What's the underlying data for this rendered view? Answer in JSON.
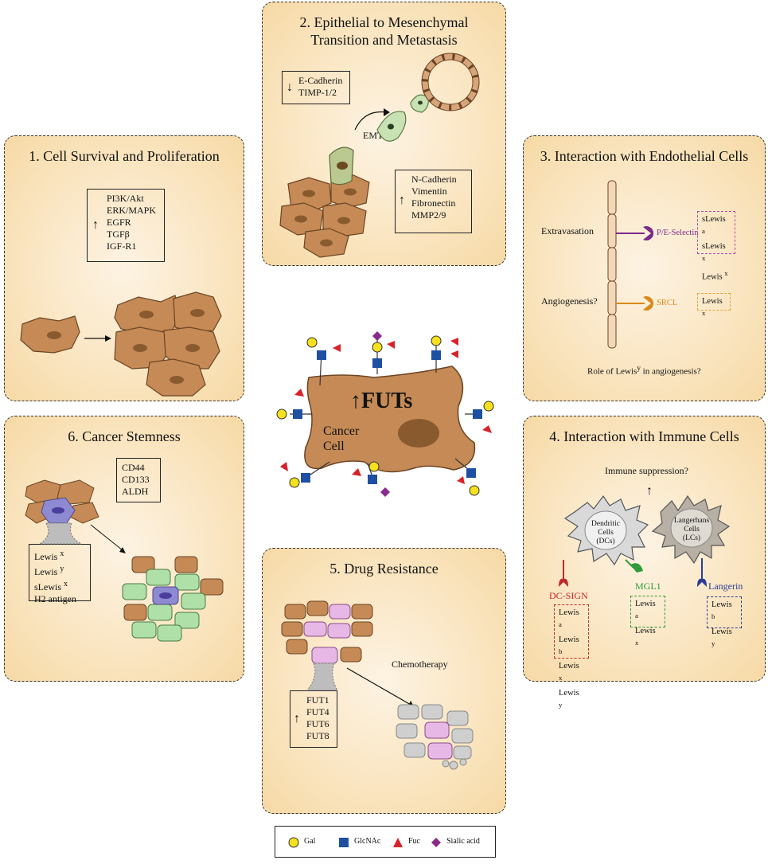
{
  "panels": {
    "p1": {
      "title": "1. Cell Survival and Proliferation",
      "markers": [
        "PI3K/Akt",
        "ERK/MAPK",
        "EGFR",
        "TGFβ",
        "IGF-R1"
      ],
      "arrow": "↑"
    },
    "p2": {
      "title_line1": "2. Epithelial to Mesenchymal",
      "title_line2": "Transition and Metastasis",
      "down_markers": [
        "E-Cadherin",
        "TIMP-1/2"
      ],
      "down_arrow": "↓",
      "up_markers": [
        "N-Cadherin",
        "Vimentin",
        "Fibronectin",
        "MMP2/9"
      ],
      "up_arrow": "↑",
      "emt": "EMT"
    },
    "p3": {
      "title": "3. Interaction with Endothelial Cells",
      "extravasation": "Extravasation",
      "selectin": "P/E-Selectin",
      "selectin_ligands": [
        "sLewis",
        "sLewis",
        "Lewis"
      ],
      "selectin_sups": [
        "a",
        "x",
        "x"
      ],
      "angiogenesis": "Angiogenesis?",
      "srcl": "SRCL",
      "srcl_ligand": "Lewis",
      "srcl_sup": "x",
      "role_prefix": "Role of Lewis",
      "role_sup": "y",
      "role_suffix": " in angiogenesis?"
    },
    "p4": {
      "title": "4. Interaction with Immune Cells",
      "immune": "Immune suppression?",
      "arrow": "↑",
      "dc_label": [
        "Dendritic",
        "Cells",
        "(DCs)"
      ],
      "lc_label": [
        "Langerhans",
        "Cells",
        "(LCs)"
      ],
      "dcsign": "DC-SIGN",
      "mgl1": "MGL1",
      "langerin": "Langerin",
      "dcsign_ligands": [
        "Lewis",
        "Lewis",
        "Lewis",
        "Lewis"
      ],
      "dcsign_sups": [
        "a",
        "b",
        "x",
        "y"
      ],
      "mgl1_ligands": [
        "Lewis",
        "Lewis"
      ],
      "mgl1_sups": [
        "a",
        "x"
      ],
      "langerin_ligands": [
        "Lewis",
        "Lewis"
      ],
      "langerin_sups": [
        "b",
        "y"
      ],
      "colors": {
        "dcsign": "#c0282c",
        "mgl1": "#2e9b3a",
        "langerin": "#2c3d96"
      }
    },
    "p5": {
      "title": "5. Drug Resistance",
      "chemo": "Chemotherapy",
      "markers": [
        "FUT1",
        "FUT4",
        "FUT6",
        "FUT8"
      ],
      "arrow": "↑"
    },
    "p6": {
      "title": "6. Cancer Stemness",
      "markers": [
        "CD44",
        "CD133",
        "ALDH"
      ],
      "lewis_items": [
        "Lewis",
        "Lewis",
        "sLewis",
        "H2 antigen"
      ],
      "lewis_sups": [
        "x",
        "y",
        "x",
        ""
      ]
    }
  },
  "center": {
    "futs_arrow": "↑",
    "futs": "FUTs",
    "cell_line1": "Cancer",
    "cell_line2": "Cell"
  },
  "legend": {
    "items": [
      {
        "shape": "circle",
        "label": "Gal",
        "color": "#f5e11c"
      },
      {
        "shape": "square",
        "label": "GlcNAc",
        "color": "#1f4fa3"
      },
      {
        "shape": "triangle",
        "label": "Fuc",
        "color": "#d8222a"
      },
      {
        "shape": "diamond",
        "label": "Sialic acid",
        "color": "#8a2b8c"
      }
    ]
  },
  "colors": {
    "cell_fill": "#c58a55",
    "cell_stroke": "#6b4424",
    "panel_bg": "#f9e2b9",
    "selectin": "#7a2a8c",
    "srcl": "#d98a1a"
  }
}
